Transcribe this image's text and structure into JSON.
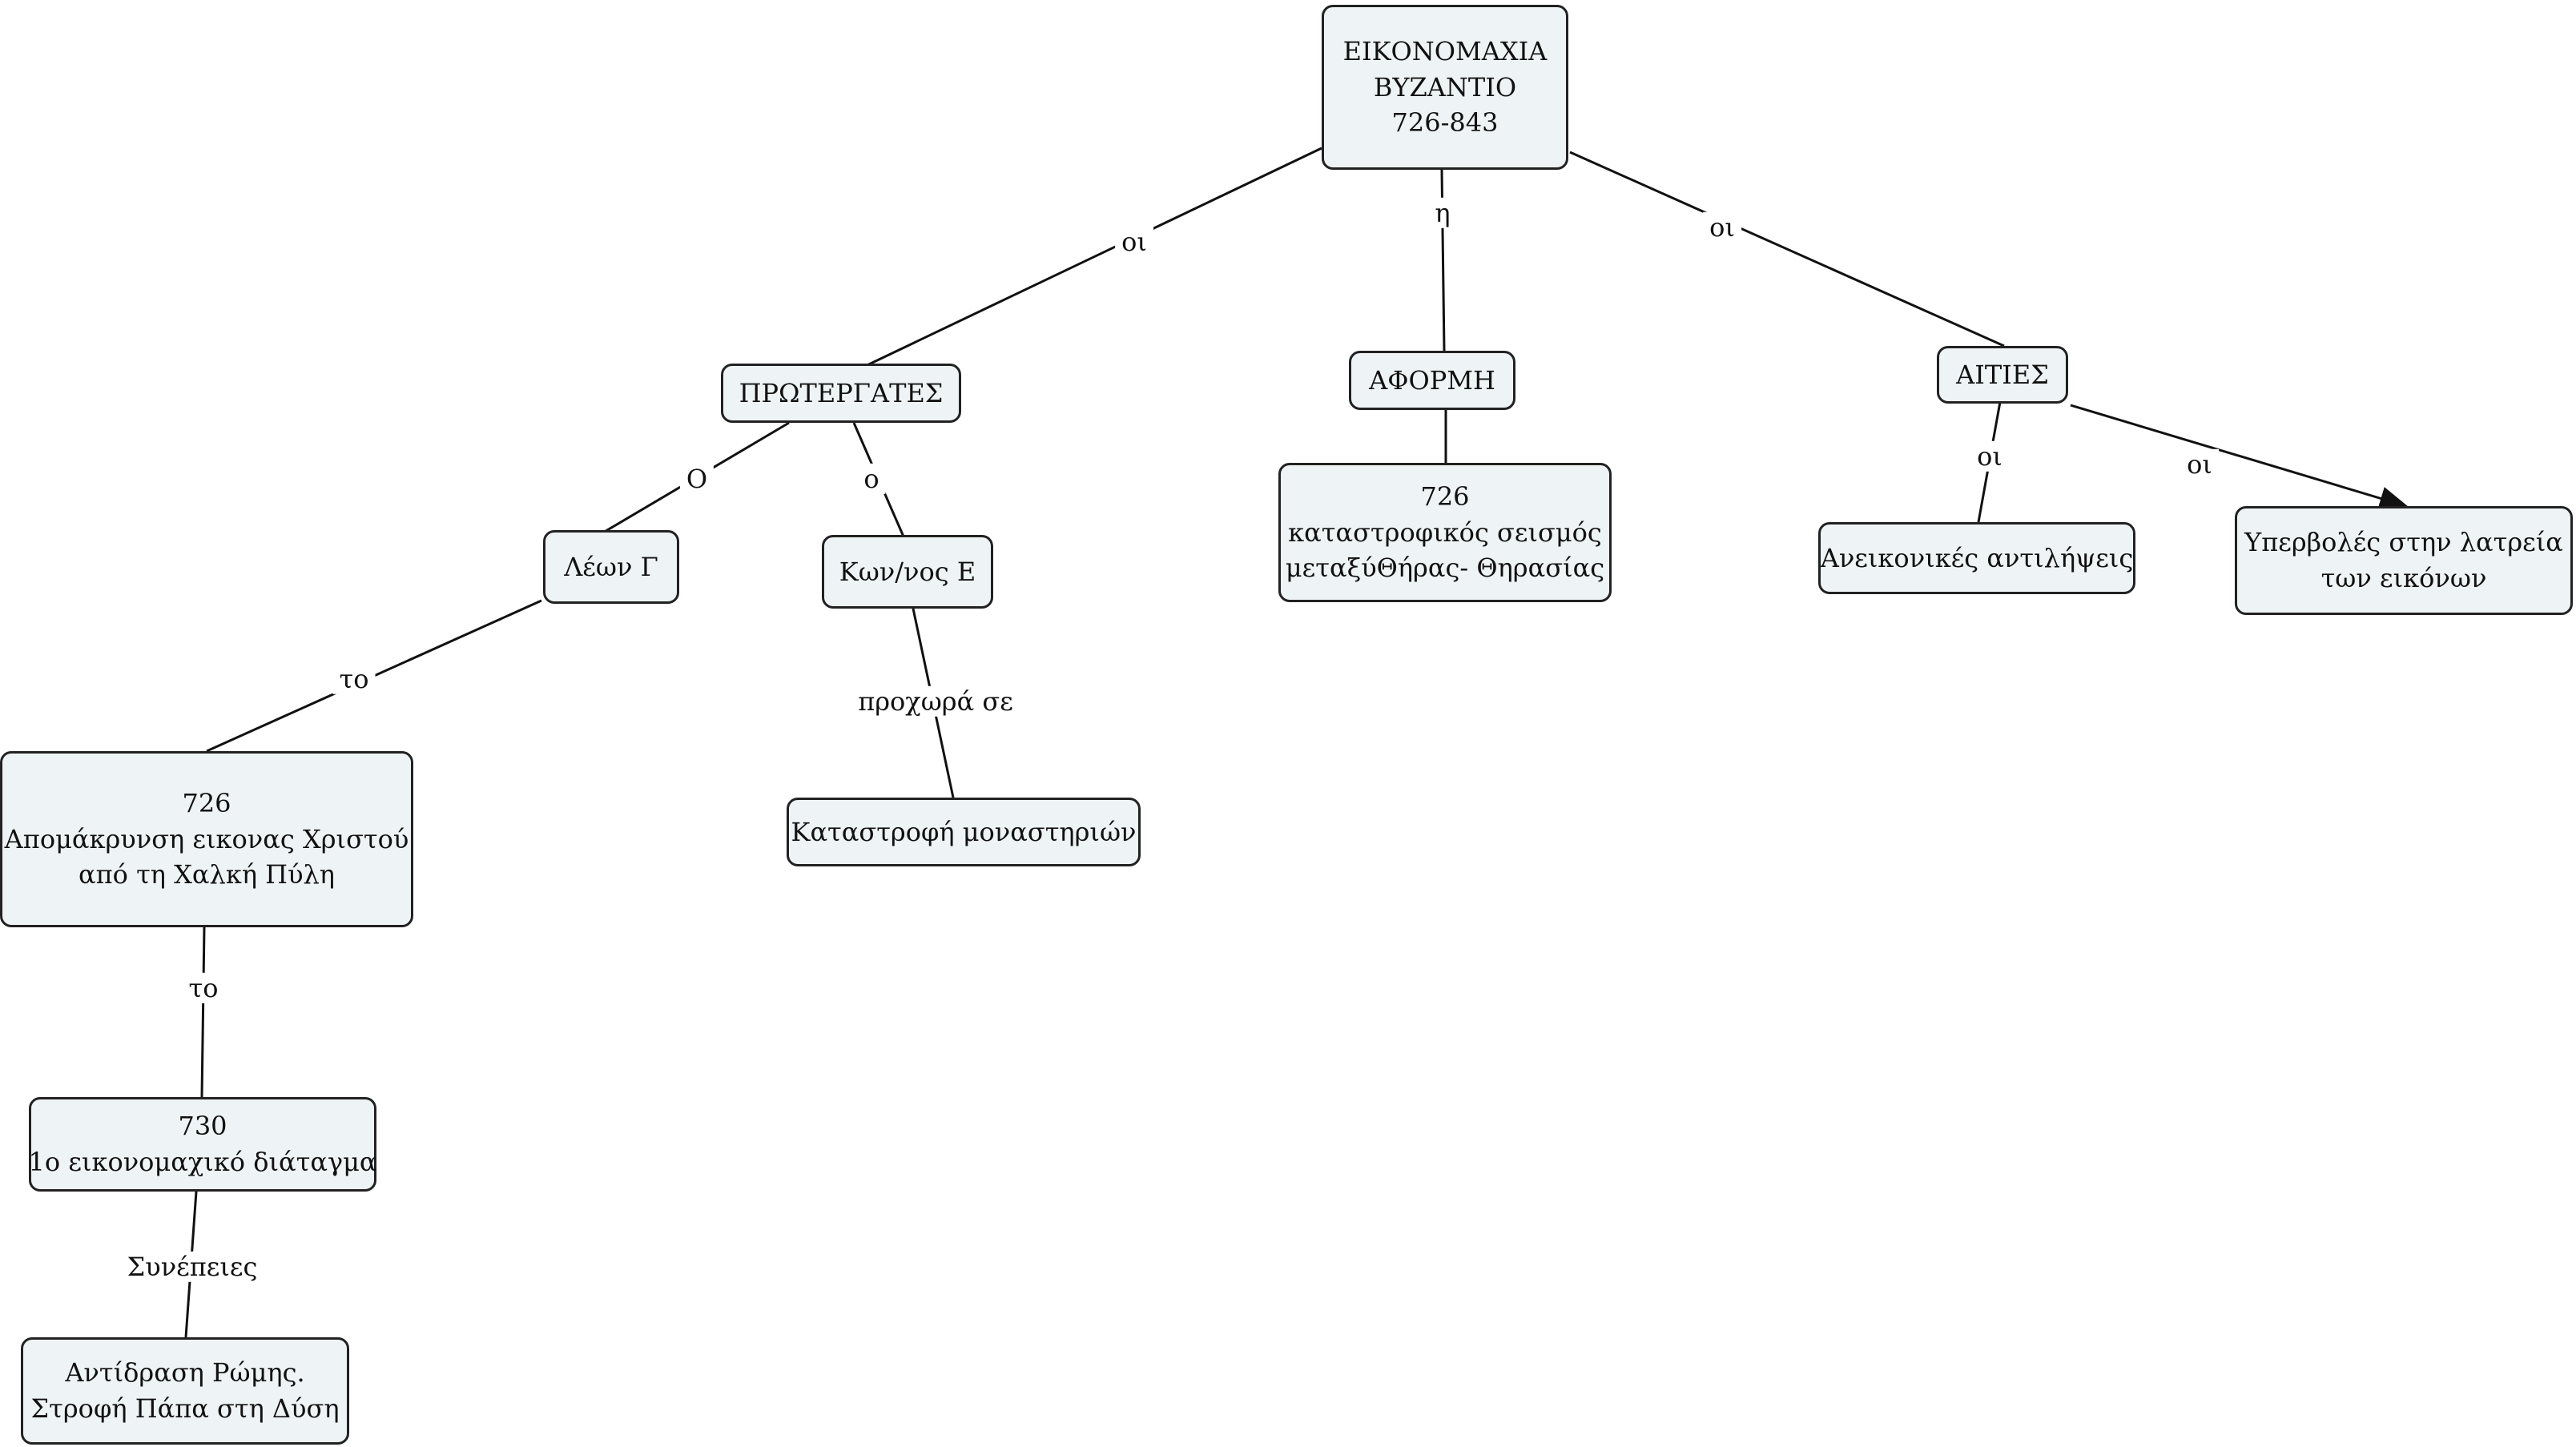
{
  "nodes": {
    "root": {
      "lines": [
        "ΕΙΚΟΝΟΜΑΧΙΑ",
        "ΒΥΖΑΝΤΙΟ",
        "726-843"
      ]
    },
    "protergates": {
      "lines": [
        "ΠΡΩΤΕΡΓΑΤΕΣ"
      ]
    },
    "aformi": {
      "lines": [
        "ΑΦΟΡΜΗ"
      ]
    },
    "aities": {
      "lines": [
        "ΑΙΤΙΕΣ"
      ]
    },
    "leon": {
      "lines": [
        "Λέων Γ"
      ]
    },
    "konos": {
      "lines": [
        "Κων/νος Ε"
      ]
    },
    "seismos": {
      "lines": [
        "726",
        "καταστροφικός σεισμός",
        "μεταξύΘήρας- Θηρασίας"
      ]
    },
    "aneikonikes": {
      "lines": [
        "Ανεικονικές αντιλήψεις"
      ]
    },
    "yperboles": {
      "lines": [
        "Υπερβολές στην λατρεία",
        "των εικόνων"
      ]
    },
    "apomakrynsi": {
      "lines": [
        "726",
        "Απομάκρυνση εικονας Χριστού",
        "από τη Χαλκή Πύλη"
      ]
    },
    "katastrofi": {
      "lines": [
        "Καταστροφή μοναστηριών"
      ]
    },
    "diatagma": {
      "lines": [
        "730",
        "1ο εικονομαχικό διάταγμα"
      ]
    },
    "antidrasi": {
      "lines": [
        "Αντίδραση Ρώμης.",
        "Στροφή Πάπα στη Δύση"
      ]
    }
  },
  "links": {
    "root_protergates": "οι",
    "root_aformi": "η",
    "root_aities": "οι",
    "protergates_leon": "Ο",
    "protergates_konos": "ο",
    "leon_apomakrynsi": "το",
    "konos_katastrofi": "προχωρά σε",
    "aities_aneikonikes": "οι",
    "aities_yperboles": "οι",
    "apomakrynsi_diatagma": "το",
    "diatagma_antidrasi": "Συνέπειες"
  },
  "colors": {
    "node_fill": "#eef3f5",
    "node_border": "#222222",
    "line": "#111111"
  }
}
